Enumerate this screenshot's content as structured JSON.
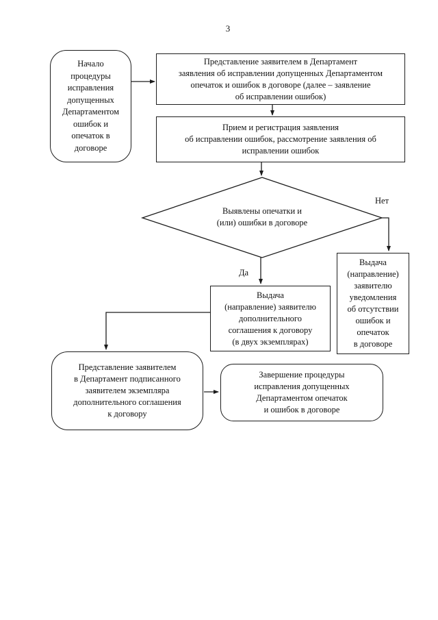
{
  "page": {
    "number": "3"
  },
  "flowchart": {
    "start": {
      "text": "Начало\nпроцедуры\nисправления\nдопущенных\nДепартаментом\nошибок и\nопечаток в\nдоговоре"
    },
    "submit_application": {
      "text": "Представление заявителем в Департамент\nзаявления об исправлении допущенных Департаментом\nопечаток и ошибок в договоре (далее – заявление\nоб исправлении ошибок)"
    },
    "reception": {
      "text": "Прием и регистрация заявления\nоб исправлении ошибок, рассмотрение заявления об\nисправлении ошибок"
    },
    "decision": {
      "text": "Выявлены опечатки и\n(или) ошибки в договоре"
    },
    "branch_yes": "Да",
    "branch_no": "Нет",
    "issue_agreement": {
      "text": "Выдача\n(направление) заявителю\nдополнительного\nсоглашения к договору\n(в двух экземплярах)"
    },
    "issue_notification": {
      "text": "Выдача\n(направление)\nзаявителю\nуведомления\nоб отсутствии\nошибок и\nопечаток\nв договоре"
    },
    "submit_signed_copy": {
      "text": "Представление заявителем\nв Департамент подписанного\nзаявителем экземпляра\nдополнительного соглашения\nк договору"
    },
    "finish": {
      "text": "Завершение процедуры\nисправления допущенных\nДепартаментом опечаток\nи ошибок в договоре"
    }
  },
  "colors": {
    "ink": "#1c1c1c",
    "paper": "#ffffff"
  }
}
